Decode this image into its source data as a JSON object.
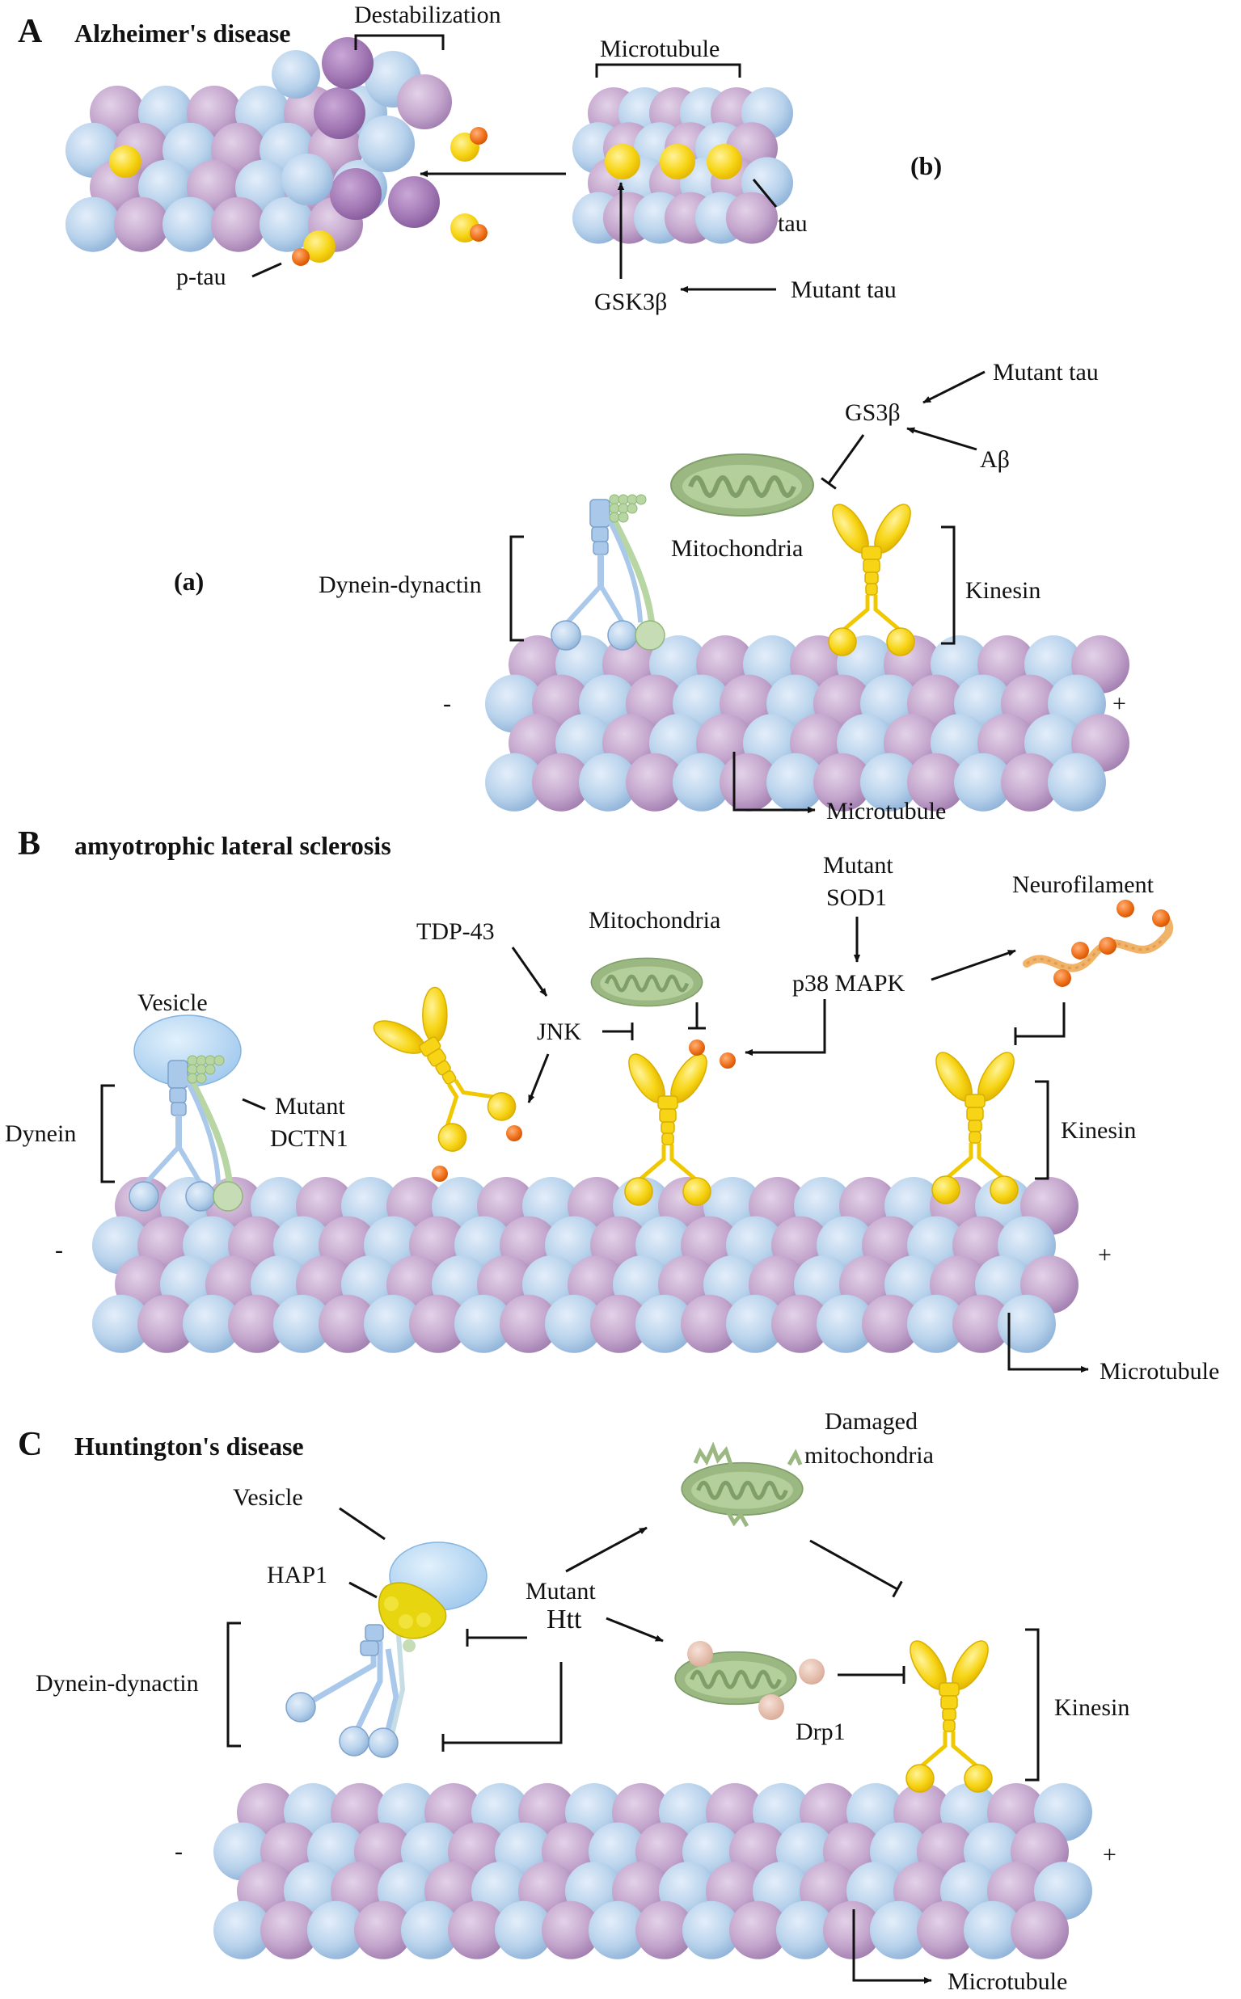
{
  "panel_A": {
    "letter": "A",
    "title": "Alzheimer's disease",
    "destabilization": "Destabilization",
    "microtubule_top": "Microtubule",
    "sub_b": "(b)",
    "tau": "tau",
    "p_tau": "p-tau",
    "gsk3b": "GSK3β",
    "mutant_tau_b": "Mutant tau",
    "mutant_tau_a": "Mutant tau",
    "gs3b": "GS3β",
    "abeta": "Aβ",
    "mitochondria": "Mitochondria",
    "sub_a": "(a)",
    "dynein_dynactin": "Dynein-dynactin",
    "kinesin": "Kinesin",
    "minus": "-",
    "plus": "+",
    "microtubule_bottom": "Microtubule"
  },
  "panel_B": {
    "letter": "B",
    "title": "amyotrophic lateral sclerosis",
    "vesicle": "Vesicle",
    "tdp43": "TDP-43",
    "mitochondria": "Mitochondria",
    "mutant_sod1_line1": "Mutant",
    "mutant_sod1_line2": "SOD1",
    "neurofilament": "Neurofilament",
    "jnk": "JNK",
    "p38": "p38 MAPK",
    "mutant_dctn1_line1": "Mutant",
    "mutant_dctn1_line2": "DCTN1",
    "dynein": "Dynein",
    "kinesin": "Kinesin",
    "minus": "-",
    "plus": "+",
    "microtubule": "Microtubule"
  },
  "panel_C": {
    "letter": "C",
    "title": "Huntington's disease",
    "vesicle": "Vesicle",
    "damaged_line1": "Damaged",
    "damaged_line2": "mitochondria",
    "hap1": "HAP1",
    "mutant_htt_line1": "Mutant",
    "mutant_htt_line2": "Htt",
    "dynein_dynactin": "Dynein-dynactin",
    "kinesin": "Kinesin",
    "drp1": "Drp1",
    "minus": "-",
    "plus": "+",
    "microtubule": "Microtubule"
  },
  "colors": {
    "tubulin_blue": "#b9d3ec",
    "tubulin_purple": "#c4a6cd",
    "tau_yellow": "#f7d516",
    "phospho_orange": "#f0731e",
    "mito_green": "#9bb882",
    "dynein_blue": "#a9c8ea",
    "dynactin_green": "#b7d6a3",
    "vesicle_blue": "#a9d0ef",
    "drp1_pink": "#e7bfae"
  }
}
